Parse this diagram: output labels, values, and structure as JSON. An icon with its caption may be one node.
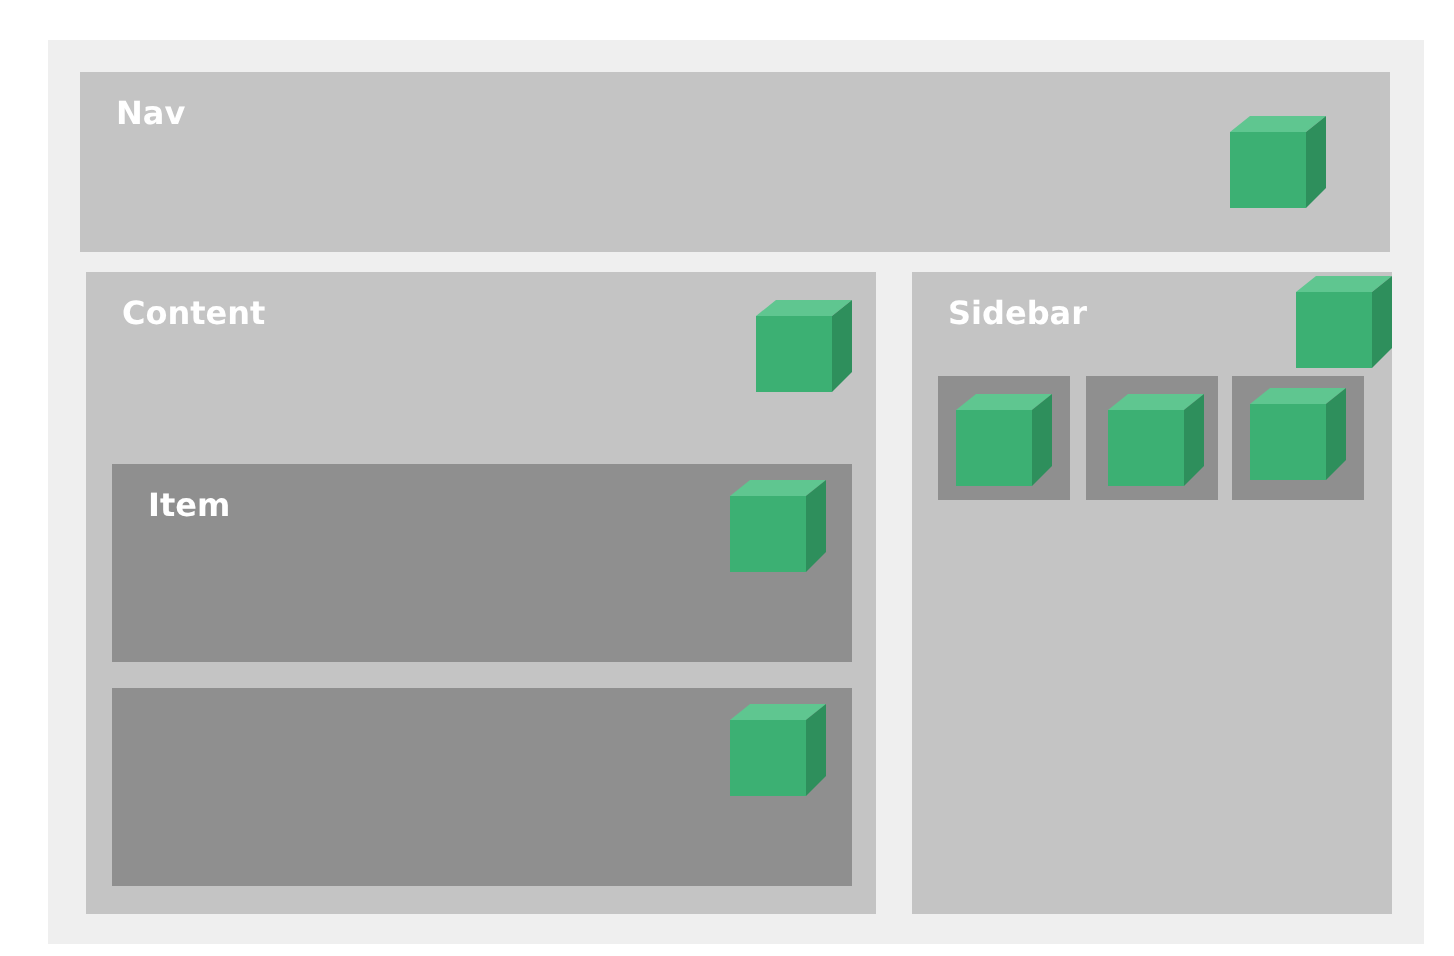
{
  "diagram": {
    "nodes": [
      {
        "text": [],
        "shape": "box"
      },
      {
        "text": [
          "Nav"
        ],
        "in": 0
      },
      {
        "text": [],
        "shape": "cube",
        "in": 1
      },
      {
        "text": [
          "Content"
        ],
        "in": 0
      },
      {
        "text": [],
        "shape": "cube",
        "in": 3
      },
      {
        "text": [
          "Item"
        ],
        "in": 3
      },
      {
        "text": [],
        "shape": "cube",
        "in": 5
      },
      {
        "text": [],
        "shape": "box",
        "in": 3
      },
      {
        "text": [],
        "shape": "cube",
        "in": 7
      },
      {
        "text": [
          "Sidebar"
        ],
        "in": 0
      },
      {
        "text": [],
        "shape": "cube",
        "in": 9
      },
      {
        "text": [],
        "shape": "box",
        "in": 9
      },
      {
        "text": [],
        "shape": "cube",
        "in": 11
      },
      {
        "text": [],
        "shape": "box",
        "in": 9
      },
      {
        "text": [],
        "shape": "cube",
        "in": 13
      },
      {
        "text": [],
        "shape": "box",
        "in": 9
      },
      {
        "text": [],
        "shape": "cube",
        "in": 15
      }
    ]
  }
}
